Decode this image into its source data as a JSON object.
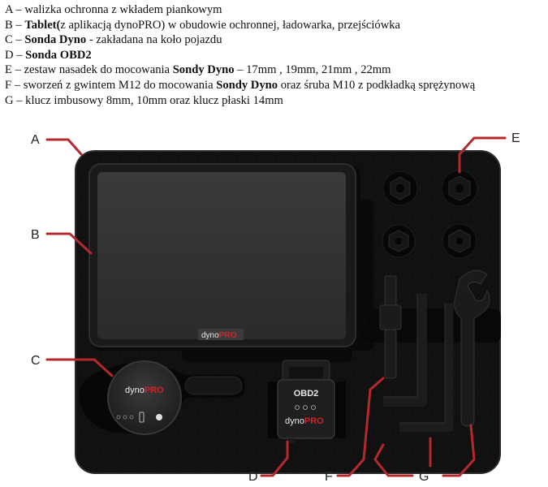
{
  "legend": [
    {
      "letter": "A",
      "parts": [
        {
          "text": "walizka ochronna z wkładem piankowym",
          "bold": false
        }
      ]
    },
    {
      "letter": "B",
      "parts": [
        {
          "text": "Tablet",
          "bold": true
        },
        {
          "text": "(",
          "bold": true
        },
        {
          "text": "z aplikacją dynoPRO) w obudowie ochronnej, ładowarka, przejściówka",
          "bold": false
        }
      ]
    },
    {
      "letter": "C",
      "parts": [
        {
          "text": "Sonda Dyno",
          "bold": true
        },
        {
          "text": " - zakładana na koło pojazdu",
          "bold": false
        }
      ]
    },
    {
      "letter": "D",
      "parts": [
        {
          "text": "Sonda OBD2",
          "bold": true
        }
      ]
    },
    {
      "letter": "E",
      "parts": [
        {
          "text": "zestaw nasadek do mocowania ",
          "bold": false
        },
        {
          "text": "Sondy Dyno",
          "bold": true
        },
        {
          "text": " – 17mm , 19mm, 21mm , 22mm",
          "bold": false
        }
      ]
    },
    {
      "letter": "F",
      "parts": [
        {
          "text": "sworzeń z gwintem M12 do mocowania ",
          "bold": false
        },
        {
          "text": "Sondy Dyno",
          "bold": true
        },
        {
          "text": " oraz śruba M10 z podkładką sprężynową",
          "bold": false
        }
      ]
    },
    {
      "letter": "G",
      "parts": [
        {
          "text": "klucz imbusowy 8mm, 10mm oraz klucz płaski 14mm",
          "bold": false
        }
      ]
    }
  ],
  "callouts": {
    "A": "A",
    "B": "B",
    "C": "C",
    "D": "D",
    "E": "E",
    "F": "F",
    "G": "G"
  },
  "device": {
    "tablet_brand_a": "dyno",
    "tablet_brand_b": "PRO",
    "probe_brand_a": "dyno",
    "probe_brand_b": "PRO",
    "obd_title": "OBD2",
    "obd_brand_a": "dyno",
    "obd_brand_b": "PRO"
  },
  "colors": {
    "leader": "#b5282c",
    "brand_red": "#d2232a",
    "case": "#1f1f1f",
    "foam": "#0d0d0d"
  }
}
